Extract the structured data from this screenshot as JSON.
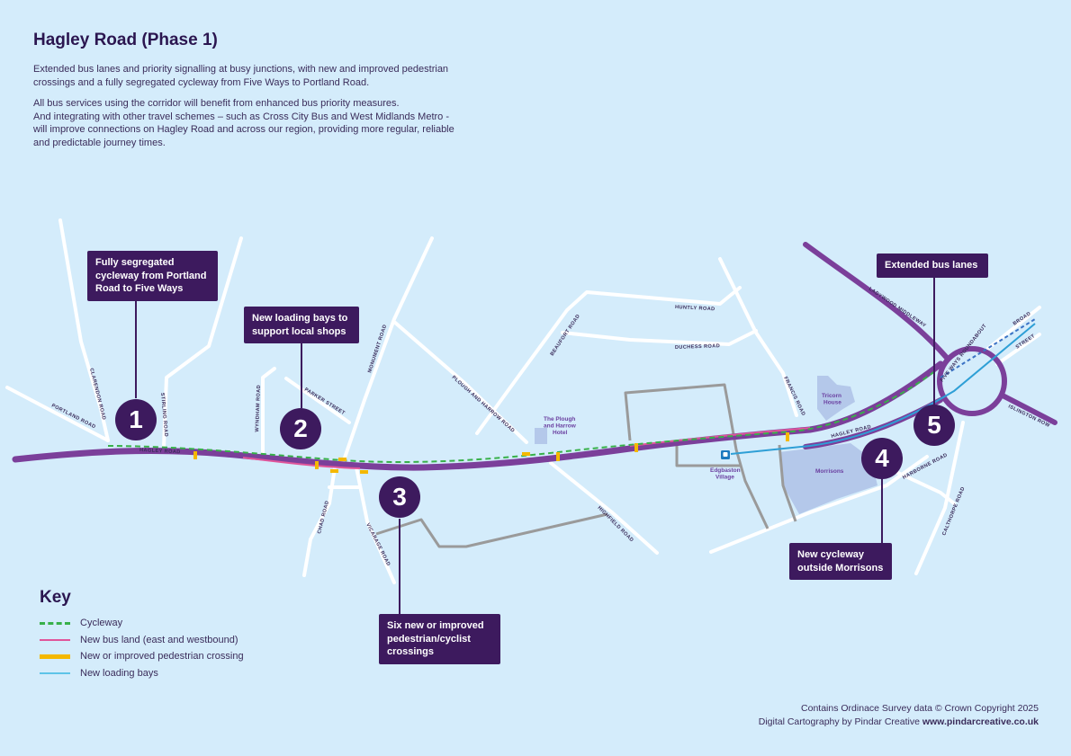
{
  "header": {
    "title": "Hagley Road (Phase 1)",
    "para1_line1": "Extended bus lanes and priority signalling at busy junctions, with new and improved pedestrian",
    "para1_line2": "crossings and a fully segregated cycleway from Five Ways to Portland Road.",
    "para2_line1": "All bus services using the corridor will benefit from enhanced bus priority measures.",
    "para2_line2": "And integrating with other travel schemes – such as Cross City Bus and West Midlands Metro -",
    "para2_line3": "will improve connections on Hagley Road and across our region, providing more regular, reliable",
    "para2_line4": "and predictable journey times."
  },
  "colors": {
    "background": "#d4ecfb",
    "route": "#7b3f9a",
    "cycleway": "#38b04a",
    "bus_lane": "#e0559a",
    "crossing": "#f4b800",
    "loading_bay": "#5ec4e8",
    "callout": "#3d1a5e",
    "streets": "#ffffff",
    "metro_line": "#9a9a9a",
    "buildings": "#b4c8ea"
  },
  "streets": {
    "portland": "PORTLAND ROAD",
    "clarendon": "CLARENDON ROAD",
    "stirling": "STIRLING ROAD",
    "hagley_west": "HAGLEY ROAD",
    "hagley_east": "HAGLEY ROAD",
    "wyndham": "WYNDHAM ROAD",
    "parker": "PARKER STREET",
    "monument": "MONUMENT ROAD",
    "chad": "CHAD ROAD",
    "vicarage": "VICARAGE ROAD",
    "plough": "PLOUGH AND HARROW ROAD",
    "beaufort": "BEAUFORT ROAD",
    "huntly": "HUNTLY ROAD",
    "duchess": "DUCHESS ROAD",
    "highfield": "HIGHFIELD ROAD",
    "francis": "FRANCIS ROAD",
    "harborne": "HARBORNE ROAD",
    "calthorpe": "CALTHORPE ROAD",
    "ladywood": "LADYWOOD MIDDLEWAY",
    "five_ways": "FIVE WAYS ROUNDABOUT",
    "islington": "ISLINGTON ROW",
    "broad": "BROAD",
    "street": "STREET"
  },
  "places": {
    "plough_line1": "The Plough",
    "plough_line2": "and Harrow",
    "plough_line3": "Hotel",
    "tricorn_line1": "Tricorn",
    "tricorn_line2": "House",
    "morrisons": "Morrisons",
    "edgbaston_line1": "Edgbaston",
    "edgbaston_line2": "Village",
    "metro_icon": "tram-icon"
  },
  "markers": {
    "m1": "1",
    "m2": "2",
    "m3": "3",
    "m4": "4",
    "m5": "5"
  },
  "callouts": {
    "c1_line1": "Fully segregated",
    "c1_line2": "cycleway from Portland",
    "c1_line3": "Road to Five Ways",
    "c2_line1": "New loading bays to",
    "c2_line2": "support local shops",
    "c3_line1": "Six new or improved",
    "c3_line2": "pedestrian/cyclist",
    "c3_line3": "crossings",
    "c4_line1": "New cycleway",
    "c4_line2": "outside Morrisons",
    "c5_line1": "Extended bus lanes"
  },
  "key": {
    "title": "Key",
    "cycleway": "Cycleway",
    "bus_lane": "New bus land (east and westbound)",
    "crossing": "New or improved pedestrian crossing",
    "loading": "New loading bays"
  },
  "credits": {
    "line1": "Contains Ordinace Survey data © Crown Copyright 2025",
    "line2_prefix": "Digital Cartography by Pindar Creative ",
    "line2_url": "www.pindarcreative.co.uk"
  }
}
